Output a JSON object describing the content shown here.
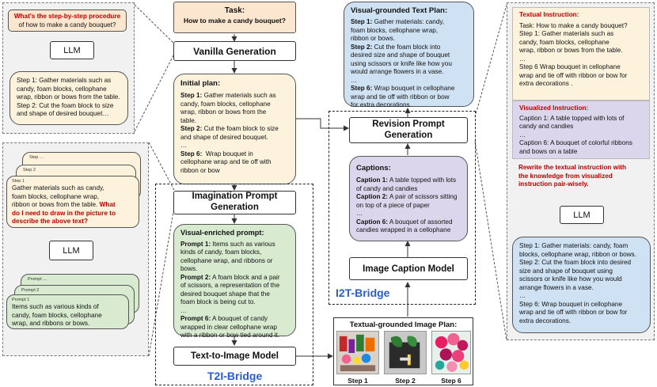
{
  "left_top": {
    "question": [
      "What's the step-by-step procedure",
      "of how to make a candy bouquet?"
    ],
    "llm": "LLM",
    "output": [
      "Step 1: Gather materials such as",
      "candy, foam blocks, cellophane",
      "wrap, ribbon or bows from the table.",
      "Step 2: Cut the foam block to size",
      "and shape of desired bouquet…"
    ]
  },
  "left_bottom": {
    "stack_labels": [
      "Step …",
      "Step 2",
      "Step 1"
    ],
    "card_text": [
      "Gather materials such as candy,",
      "foam blocks, cellophane wrap,",
      "ribbon or bows from the table."
    ],
    "card_question": [
      "What",
      "do I need to draw in the picture to",
      "describe the above text?"
    ],
    "llm": "LLM",
    "prompt_labels": [
      "Prompt …",
      "Prompt 2",
      "Prompt 1"
    ],
    "prompt_text": [
      "Items such as various kinds of",
      "candy, foam blocks, cellophane",
      "wrap, and ribbons or bows."
    ]
  },
  "task": {
    "title": "Task:",
    "text": "How to make a candy bouquet?"
  },
  "vanilla": "Vanilla Generation",
  "initial_plan": {
    "title": "Initial plan:",
    "s1_label": "Step 1:",
    "s1_lines": [
      " Gather materials such as",
      "candy, foam blocks, cellophane",
      "wrap, ribbon or bows from the",
      "table."
    ],
    "s2_label": "Step 2:",
    "s2_lines": [
      " Cut the foam block to size",
      "and shape of desired bouquet."
    ],
    "ellipsis": "…",
    "s6_label": "Step 6:",
    "s6_lines": [
      "  Wrap bouquet in",
      "cellophane wrap and tie off with",
      "ribbon or bow"
    ]
  },
  "imagination": [
    "Imagination Prompt",
    "Generation"
  ],
  "visual_prompt": {
    "title": "Visual-enriched prompt:",
    "p1_label": "Prompt 1:",
    "p1_lines": [
      " Items such as various",
      "kinds of candy, foam blocks,",
      "cellophane wrap, and ribbons or",
      "bows."
    ],
    "p2_label": "Prompt 2:",
    "p2_lines": [
      " A foam block and a pair",
      "of scissors, a representation of the",
      "desired bouquet shape that the",
      "foam block is being cut to."
    ],
    "ellipsis": "…",
    "p6_label": "Prompt 6:",
    "p6_lines": [
      " A bouquet of candy",
      "wrapped in clear cellophane wrap",
      "with a ribbon or bow tied around it."
    ]
  },
  "t2i_model": "Text-to-Image Model",
  "t2i_bridge": "T2I-Bridge",
  "image_plan": {
    "title": "Textual-grounded Image Plan:",
    "steps": [
      "Step 1",
      "Step 2",
      "Step 6"
    ]
  },
  "caption_model": "Image Caption Model",
  "i2t_bridge": "I2T-Bridge",
  "captions": {
    "title": "Captions:",
    "c1_label": "Caption 1:",
    "c1_lines": [
      " A table topped with lots",
      "of candy and candies"
    ],
    "c2_label": "Caption 2:",
    "c2_lines": [
      " A pair of scissors sitting",
      "on top of a piece of paper"
    ],
    "ellipsis": "…",
    "c6_label": "Caption 6:",
    "c6_lines": [
      " A bouquet of assorted",
      "candies wrapped in a cellophane"
    ]
  },
  "revision": [
    "Revision Prompt",
    "Generation"
  ],
  "visual_text_plan": {
    "title": "Visual-grounded Text Plan:",
    "s1_label": "Step 1:",
    "s1_lines": [
      " Gather materials: candy,",
      "foam blocks, cellophane wrap,",
      "ribbon or bows."
    ],
    "s2_label": "Step 2:",
    "s2_lines": [
      " Cut the foam block into",
      "desired size and shape of bouquet",
      "using scissors or knife like how you",
      "would arrange flowers in a vase."
    ],
    "ellipsis": "…",
    "s6_label": "Step 6:",
    "s6_lines": [
      " Wrap bouquet in cellophane",
      "wrap and tie off with ribbon or bow",
      "for extra decorations."
    ]
  },
  "right": {
    "textual_title": "Textual Instruction:",
    "textual_lines": [
      "Task: How to make a candy bouquet?",
      "Step 1: Gather materials such as",
      "candy, foam blocks, cellophane",
      "wrap, ribbon or bows from the table.",
      "…",
      "Step 6 Wrap bouquet in cellophane",
      "wrap and tie off with ribbon or bow for",
      "extra decorations ."
    ],
    "visual_title": "Visualized Instruction:",
    "visual_lines": [
      "Caption 1: A table topped with lots of",
      "candy and candies",
      "…",
      "Caption 6: A bouquet of colorful ribbons",
      "and bows on a table"
    ],
    "rewrite": [
      "Rewrite the textual instruction with",
      "the knowledge from visualized",
      "instruction pair-wisely."
    ],
    "llm": "LLM",
    "output_lines": [
      "Step 1: Gather materials: candy, foam",
      "blocks, cellophane wrap, ribbon or bows.",
      "Step 2: Cut the foam block into desired",
      "size and shape of bouquet using",
      "scissors or knife like how you would",
      "arrange flowers in a vase.",
      "…",
      "Step 6: Wrap bouquet in cellophane",
      "wrap and tie off with ribbon or bow for",
      "extra decorations."
    ]
  }
}
